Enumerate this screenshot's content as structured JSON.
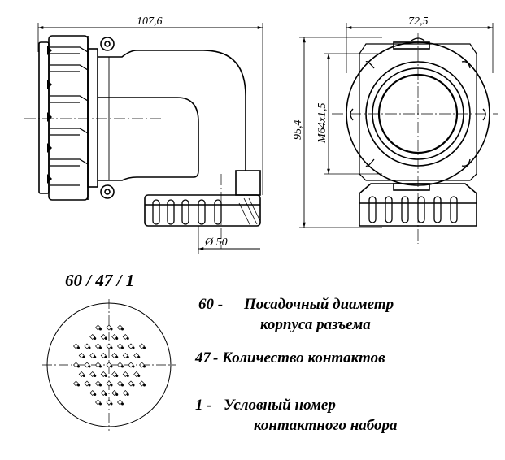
{
  "dimensions": {
    "overall_length": "107,6",
    "overall_width": "72,5",
    "overall_height": "95,4",
    "thread": "М64х1,5",
    "outlet_diameter": "Ø 50"
  },
  "code": "60 / 47 / 1",
  "legend": [
    {
      "number": "60 -",
      "line1": "Посадочный диаметр",
      "line2": "корпуса разъема"
    },
    {
      "number": "47",
      "line1": "- Количество контактов",
      "line2": ""
    },
    {
      "number": "1 -",
      "line1": "Условный номер",
      "line2": "контактного набора"
    }
  ],
  "contacts_count": 47
}
